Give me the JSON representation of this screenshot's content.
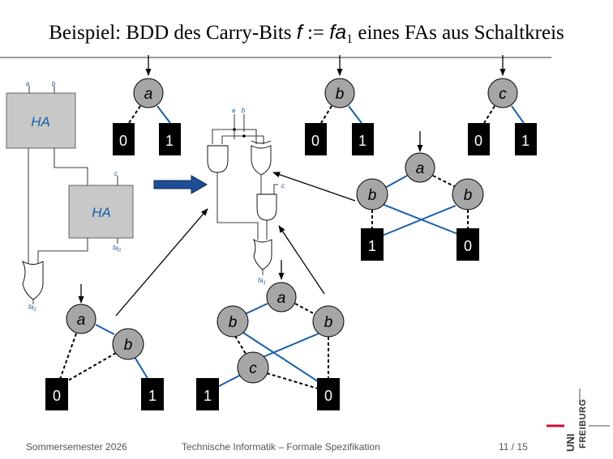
{
  "slide": {
    "title_prefix": "Beispiel: BDD des Carry-Bits",
    "title_math_f": "f",
    "title_assign": ":=",
    "title_math_fa": "fa",
    "title_math_sub": "1",
    "title_suffix": "eines FAs aus Schaltkreis"
  },
  "bdd_nodes": {
    "var_a": "a",
    "var_b": "b",
    "var_c": "c"
  },
  "terminals": {
    "zero": "0",
    "one": "1"
  },
  "circuit": {
    "ha_label": "HA",
    "input_a": "a",
    "input_b": "b",
    "input_c": "c",
    "output_fa0": "fa",
    "output_fa0_sub": "0",
    "output_fa1": "fa",
    "output_fa1_sub": "1"
  },
  "footer": {
    "semester": "Sommersemester 2026",
    "course": "Technische Informatik – Formale Spezifikation",
    "page": "11 / 15"
  },
  "logo": {
    "line1": "UNI",
    "line2": "FREIBURG"
  },
  "colors": {
    "high_edge": "#1a5fa8",
    "node_fill": "#a6a6a6",
    "ha_fill": "#c8c8c8",
    "arrow_fill": "#1f4e96",
    "logo_red": "#c8102e"
  }
}
